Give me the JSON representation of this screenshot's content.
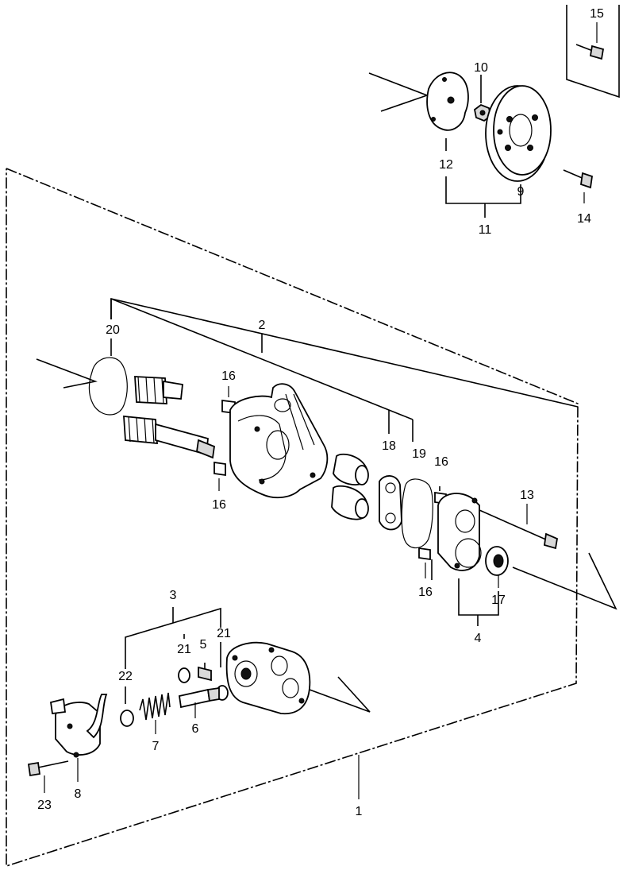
{
  "callouts": {
    "c1": "1",
    "c2": "2",
    "c3": "3",
    "c4": "4",
    "c5": "5",
    "c6": "6",
    "c7": "7",
    "c8": "8",
    "c9": "9",
    "c10": "10",
    "c11": "11",
    "c12": "12",
    "c13": "13",
    "c14": "14",
    "c15": "15",
    "c16a": "16",
    "c16b": "16",
    "c16c": "16",
    "c16d": "16",
    "c17": "17",
    "c18": "18",
    "c19": "19",
    "c20": "20",
    "c21a": "21",
    "c21b": "21",
    "c22": "22",
    "c23": "23"
  }
}
